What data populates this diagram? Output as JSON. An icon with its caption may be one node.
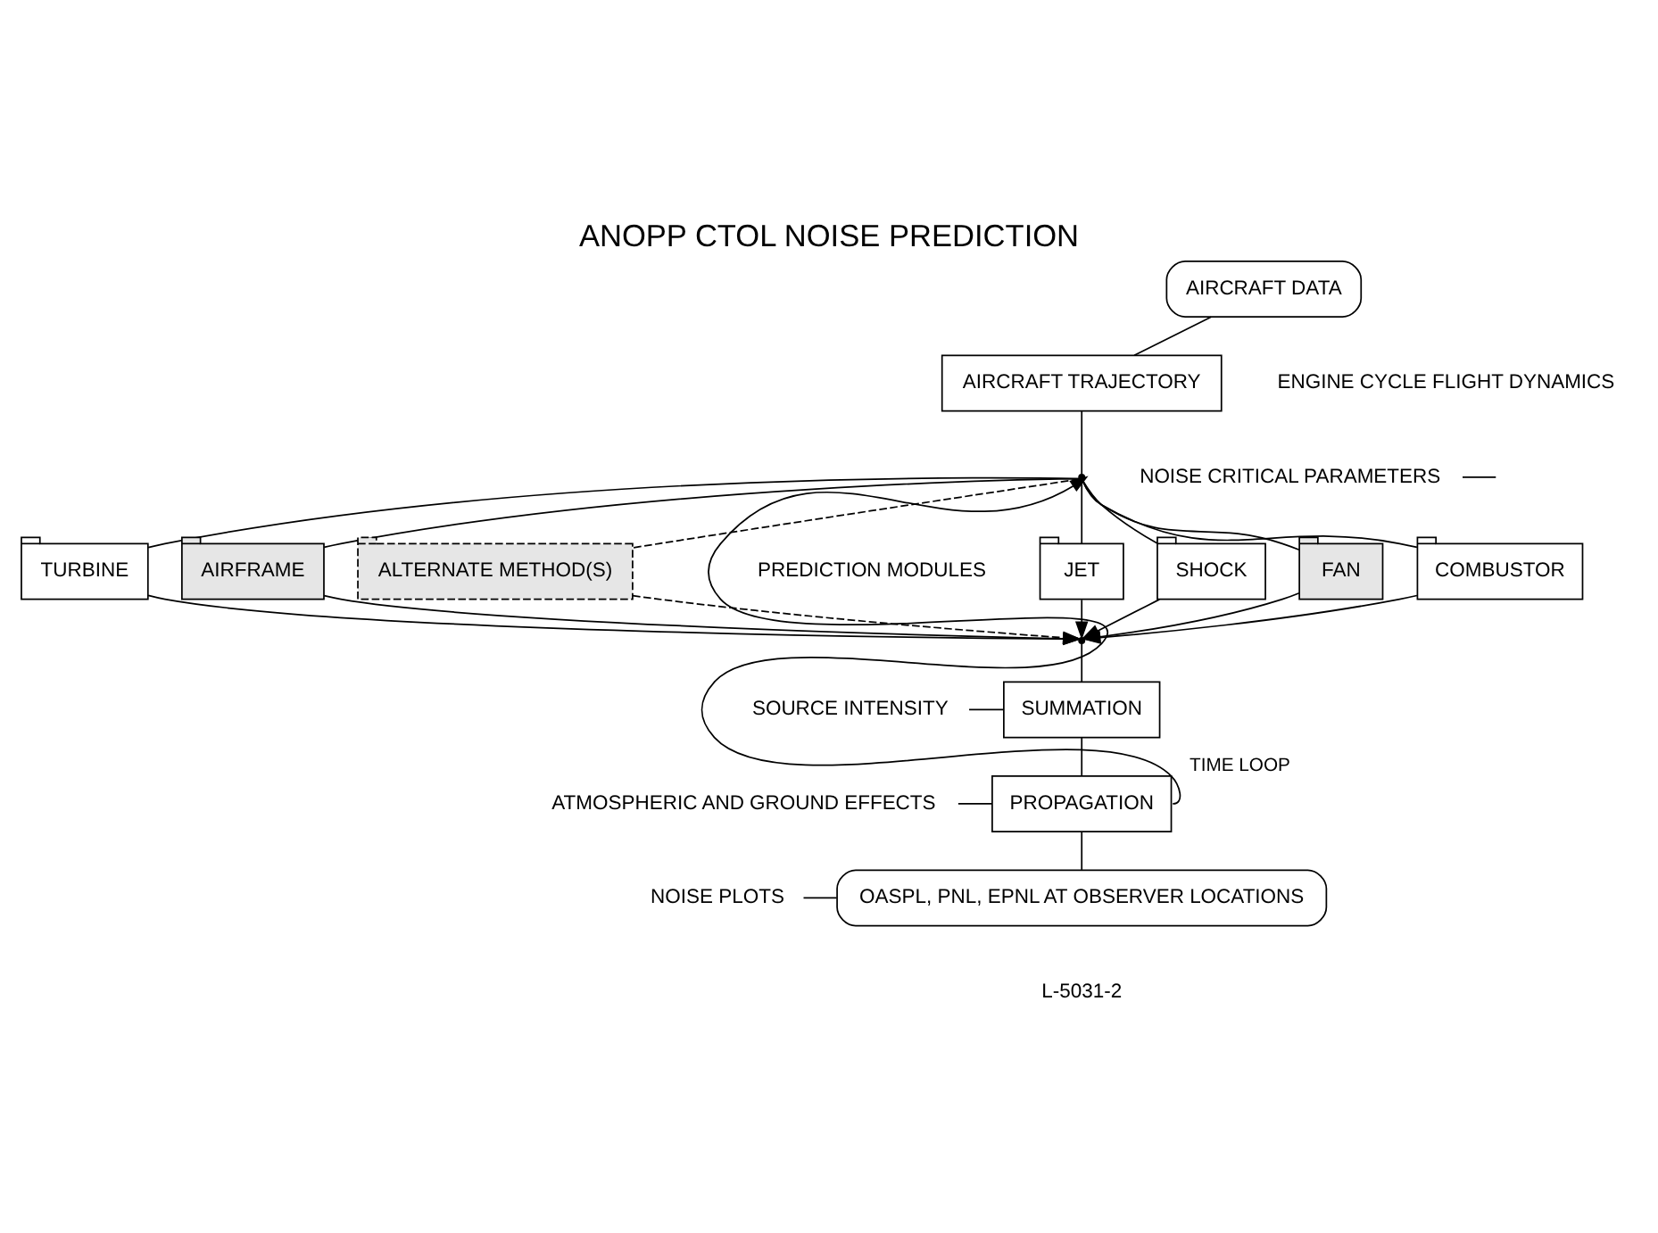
{
  "diagram": {
    "title": "ANOPP CTOL NOISE PREDICTION",
    "nodes": [
      {
        "text": [
          "AIRCRAFT DATA"
        ]
      },
      {
        "text": [
          "AIRCRAFT TRAJECTORY"
        ]
      },
      {
        "text": [
          "NOISE CRITICAL PARAMETERS"
        ]
      },
      {
        "text": [],
        "shape": "point"
      },
      {
        "text": [
          "JET"
        ]
      },
      {
        "text": [
          "SHOCK"
        ]
      },
      {
        "text": [
          "TURBINE"
        ]
      },
      {
        "text": [
          "FAN"
        ]
      },
      {
        "text": [
          "AIRFRAME"
        ]
      },
      {
        "text": [
          "COMBUSTOR"
        ]
      },
      {
        "text": [
          "ALTERNATE METHOD(S)"
        ]
      },
      {
        "text": [],
        "shape": "point"
      },
      {
        "text": [
          "SOURCE INTENSITY"
        ]
      },
      {
        "text": [
          "SUMMATION"
        ]
      },
      {
        "text": [
          "ATMOSPHERIC AND GROUND EFFECTS"
        ]
      },
      {
        "text": [
          "PROPAGATION"
        ]
      },
      {
        "text": [
          "NOISE PLOTS"
        ]
      },
      {
        "text": [
          "OASPL, PNL, EPNL AT OBSERVER LOCATIONS"
        ]
      }
    ],
    "edges": [
      {
        "from": 0,
        "to": 1,
        "arrow": "none"
      },
      {
        "from": 1,
        "to": 3,
        "arrow": "none"
      },
      {
        "from": 2,
        "to": null,
        "arrow": "none"
      },
      {
        "from": 3,
        "to": 4,
        "arrow": "none"
      },
      {
        "from": 3,
        "to": 5,
        "arrow": "none"
      },
      {
        "from": 3,
        "to": 6,
        "arrow": "none"
      },
      {
        "from": 3,
        "to": 7,
        "arrow": "none"
      },
      {
        "from": 3,
        "to": 8,
        "arrow": "none"
      },
      {
        "from": 3,
        "to": 9,
        "arrow": "none"
      },
      {
        "from": 3,
        "to": 10,
        "arrow": "none",
        "style": "dashed"
      },
      {
        "from": 4,
        "to": 11,
        "arrow": "to"
      },
      {
        "from": 5,
        "to": 11,
        "arrow": "to"
      },
      {
        "from": 6,
        "to": 11,
        "arrow": "to"
      },
      {
        "from": 7,
        "to": 11,
        "arrow": "to"
      },
      {
        "from": 8,
        "to": 11,
        "arrow": "to"
      },
      {
        "from": 9,
        "to": 11,
        "arrow": "to"
      },
      {
        "from": 10,
        "to": 11,
        "arrow": "to",
        "style": "dashed"
      },
      {
        "from": 11,
        "to": 13,
        "arrow": "none"
      },
      {
        "from": 12,
        "to": 13,
        "arrow": "none"
      },
      {
        "from": 13,
        "to": 15,
        "arrow": "none"
      },
      {
        "from": 14,
        "to": 15,
        "arrow": "none"
      },
      {
        "from": 15,
        "to": 17,
        "arrow": "none"
      },
      {
        "from": 15,
        "to": 3,
        "arrow": "to",
        "label": "TIME LOOP"
      },
      {
        "from": 16,
        "to": 17,
        "arrow": "none"
      }
    ],
    "labels": [
      "ENGINE CYCLE FLIGHT DYNAMICS",
      "PREDICTION MODULES",
      "L-5031-2"
    ]
  }
}
